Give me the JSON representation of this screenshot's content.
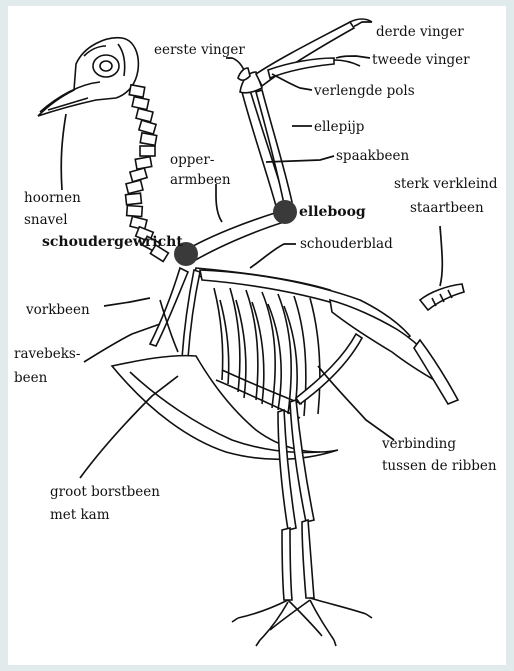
{
  "labels": {
    "derde_vinger": "derde vinger",
    "tweede_vinger": "tweede vinger",
    "eerste_vinger": "eerste vinger",
    "verlengde_pols": "verlengde pols",
    "ellepijp": "ellepijp",
    "spaakbeen": "spaakbeen",
    "opperarmbeen_1": "opper-",
    "opperarmbeen_2": "armbeen",
    "elleboog": "elleboog",
    "sterk_verkleind_1": "sterk verkleind",
    "sterk_verkleind_2": "staartbeen",
    "hoornen_1": "hoornen",
    "hoornen_2": "snavel",
    "schoudergewricht": "schoudergewricht",
    "schouderblad": "schouderblad",
    "vorkbeen": "vorkbeen",
    "ravebeks_1": "ravebeks-",
    "ravebeks_2": "been",
    "verbinding_1": "verbinding",
    "verbinding_2": "tussen de ribben",
    "groot_borstbeen_1": "groot borstbeen",
    "groot_borstbeen_2": "met kam"
  },
  "colors": {
    "background": "#e2ebec",
    "panel": "#ffffff",
    "ink": "#111111",
    "joint_marker": "#3a3a3a"
  }
}
